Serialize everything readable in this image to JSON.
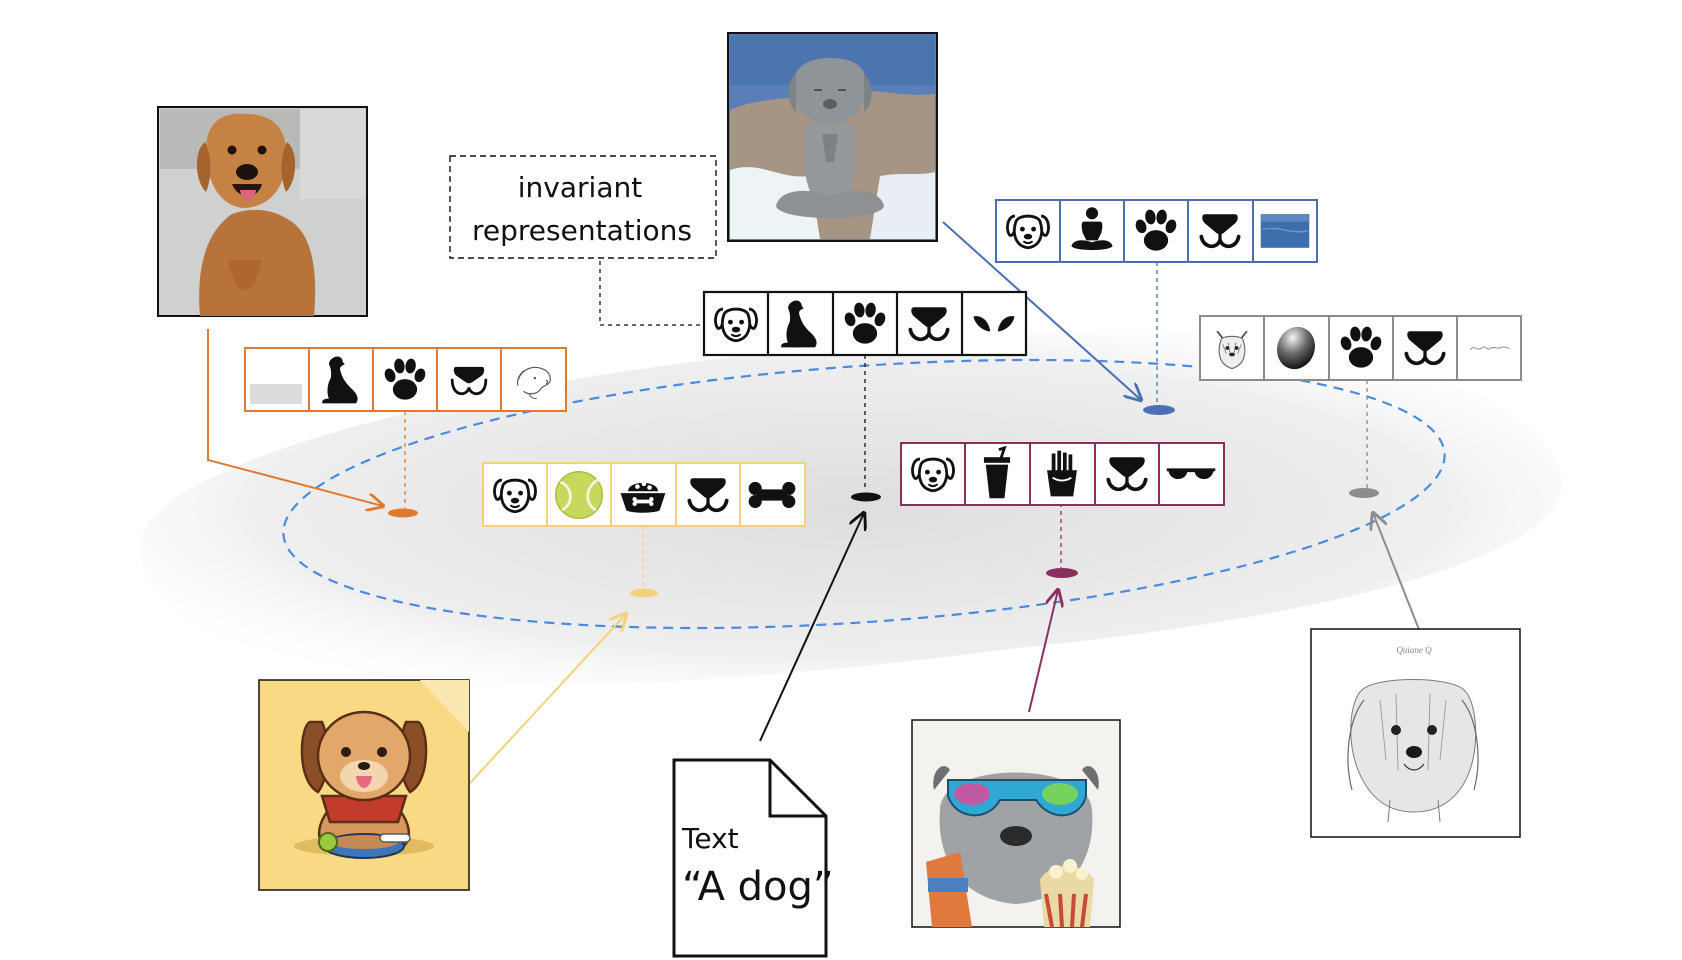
{
  "invariant_label": {
    "line1": "invariant",
    "line2": "representations"
  },
  "text_document": {
    "heading": "Text",
    "quote": "“A dog”"
  },
  "photo_sign_text": "Quiane Q",
  "colors": {
    "orange": "#e07a2e",
    "yellow": "#f5d27a",
    "black": "#111111",
    "purple": "#8a2f5e",
    "blue": "#4a6fb5",
    "gray": "#8c8c8c",
    "ellipse": "#4a8be0"
  },
  "feature_groups": [
    {
      "group": "orange",
      "icons": [
        "blank-square",
        "sitting-dog-silhouette-icon",
        "paw-icon",
        "nose-mouth-icon",
        "dog-sketch-icon"
      ]
    },
    {
      "group": "yellow",
      "icons": [
        "dog-face-icon",
        "tennis-ball-icon",
        "food-bowl-icon",
        "nose-mouth-icon",
        "bone-icon"
      ]
    },
    {
      "group": "black",
      "icons": [
        "dog-face-icon",
        "sitting-dog-silhouette-icon",
        "paw-icon",
        "nose-mouth-icon",
        "ears-icon"
      ]
    },
    {
      "group": "purple",
      "icons": [
        "dog-face-icon",
        "drink-cup-icon",
        "fries-icon",
        "nose-mouth-icon",
        "sunglasses-icon"
      ]
    },
    {
      "group": "blue",
      "icons": [
        "dog-face-icon",
        "meditation-icon",
        "paw-icon",
        "nose-mouth-icon",
        "water-square"
      ]
    },
    {
      "group": "gray",
      "icons": [
        "yorkie-sketch-icon",
        "sphere-icon",
        "paw-icon",
        "nose-mouth-icon",
        "signature-square"
      ]
    }
  ],
  "images": [
    {
      "name": "golden-retriever-photo",
      "group": "orange"
    },
    {
      "name": "cartoon-dog-image",
      "group": "yellow"
    },
    {
      "name": "text-document",
      "group": "black"
    },
    {
      "name": "dog-sunglasses-painting",
      "group": "purple"
    },
    {
      "name": "dog-statue-photo",
      "group": "blue"
    },
    {
      "name": "dog-pencil-sketch",
      "group": "gray"
    }
  ]
}
